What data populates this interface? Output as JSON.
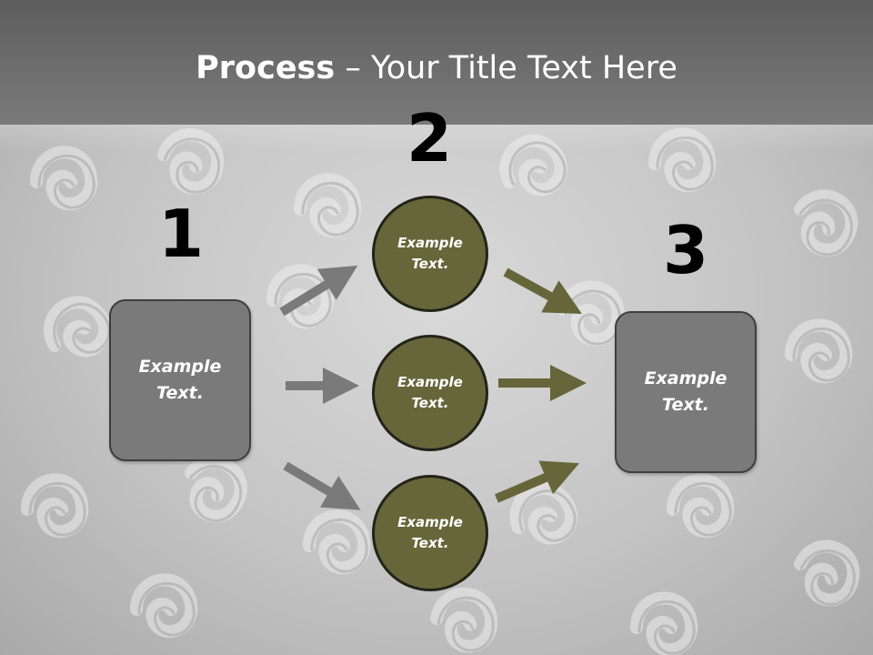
{
  "title": {
    "bold": "Process",
    "rest": " – Your Title Text Here"
  },
  "steps": {
    "one": "1",
    "two": "2",
    "three": "3"
  },
  "left_box": {
    "line1": "Example",
    "line2": "Text."
  },
  "right_box": {
    "line1": "Example",
    "line2": "Text."
  },
  "circles": [
    {
      "line1": "Example",
      "line2": "Text."
    },
    {
      "line1": "Example",
      "line2": "Text."
    },
    {
      "line1": "Example",
      "line2": "Text."
    }
  ],
  "colors": {
    "gray_arrow": "#7a7a7a",
    "olive_arrow": "#66663a",
    "circle_fill": "#66663a",
    "box_fill": "#7a7a7a"
  }
}
